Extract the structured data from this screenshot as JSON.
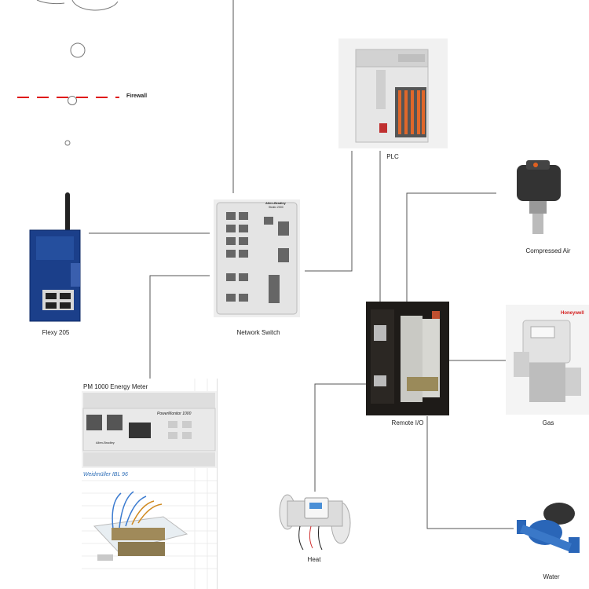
{
  "firewall": {
    "label": "Firewall",
    "color": "#e01010"
  },
  "devices": {
    "flexy": {
      "label": "Flexy 205",
      "color": "#1b3f8a"
    },
    "network_switch": {
      "label": "Network Switch"
    },
    "plc": {
      "label": "PLC"
    },
    "remote_io": {
      "label": "Remote I/O"
    },
    "compressed_air": {
      "label": "Compressed Air"
    },
    "gas": {
      "label": "Gas",
      "brand": "Honeywell",
      "brand_color": "#d42020"
    },
    "heat": {
      "label": "Heat"
    },
    "water": {
      "label": "Water"
    }
  },
  "energy_meter": {
    "title": "PM 1000 Energy Meter",
    "device_name": "PowerMonitor 1000",
    "brand": "Allen-Bradley",
    "second_device": "Weidmüller IBL 96",
    "second_device_color": "#2f6fb8"
  },
  "switch_brand": "Allen-Bradley",
  "switch_model": "Stratix 2000"
}
